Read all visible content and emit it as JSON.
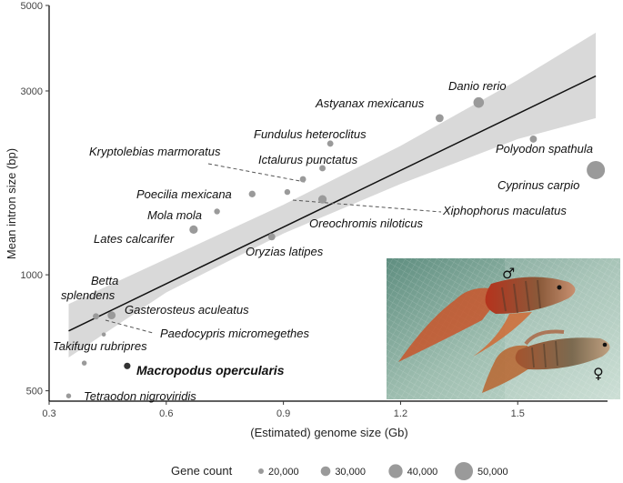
{
  "chart_data": {
    "type": "scatter",
    "xlabel": "(Estimated) genome size (Gb)",
    "ylabel": "Mean intron size (bp)",
    "x_ticks": [
      "0.3",
      "0.6",
      "0.9",
      "1.2",
      "1.5"
    ],
    "y_ticks": [
      "500",
      "1000",
      "3000",
      "5000"
    ],
    "xlim": [
      0.3,
      1.73
    ],
    "ylim": [
      470,
      5000
    ],
    "y_scale": "log",
    "grid": false,
    "point_color": "#9a9a9a",
    "highlight_color": "#333333",
    "band_color": "#d9d9d9",
    "points": [
      {
        "name": "Danio rerio",
        "x": 1.4,
        "y": 2800,
        "genes": 32000
      },
      {
        "name": "Astyanax mexicanus",
        "x": 1.3,
        "y": 2550,
        "genes": 26000
      },
      {
        "name": "Polyodon spathula",
        "x": 1.54,
        "y": 2250,
        "genes": 24000
      },
      {
        "name": "Cyprinus carpio",
        "x": 1.7,
        "y": 1870,
        "genes": 50000
      },
      {
        "name": "Fundulus heteroclitus",
        "x": 1.02,
        "y": 2190,
        "genes": 22000
      },
      {
        "name": "Ictalurus punctatus",
        "x": 1.0,
        "y": 1890,
        "genes": 22000
      },
      {
        "name": "Kryptolebias marmoratus",
        "x": 0.95,
        "y": 1770,
        "genes": 22000
      },
      {
        "name": "Xiphophorus maculatus",
        "x": 0.91,
        "y": 1640,
        "genes": 21000
      },
      {
        "name": "Poecilia mexicana",
        "x": 0.82,
        "y": 1620,
        "genes": 23000
      },
      {
        "name": "Oreochromis niloticus",
        "x": 1.0,
        "y": 1570,
        "genes": 27000
      },
      {
        "name": "Mola mola",
        "x": 0.73,
        "y": 1460,
        "genes": 21000
      },
      {
        "name": "Lates calcarifer",
        "x": 0.67,
        "y": 1310,
        "genes": 27000
      },
      {
        "name": "Oryzias latipes",
        "x": 0.87,
        "y": 1255,
        "genes": 24000
      },
      {
        "name": "Betta splendens",
        "x": 0.42,
        "y": 780,
        "genes": 22000
      },
      {
        "name": "Gasterosteus aculeatus",
        "x": 0.46,
        "y": 785,
        "genes": 26000
      },
      {
        "name": "Paedocypris micromegethes",
        "x": 0.44,
        "y": 700,
        "genes": 17000
      },
      {
        "name": "Takifugu rubripres",
        "x": 0.39,
        "y": 590,
        "genes": 19000
      },
      {
        "name": "Macropodus opercularis",
        "x": 0.5,
        "y": 580,
        "genes": 22000,
        "highlight": true
      },
      {
        "name": "Tetraodon nigroviridis",
        "x": 0.35,
        "y": 485,
        "genes": 19000
      }
    ],
    "trend": {
      "x": [
        0.35,
        1.7
      ],
      "y": [
        715,
        3280
      ]
    },
    "band_upper": [
      [
        0.35,
        840
      ],
      [
        0.6,
        1100
      ],
      [
        0.9,
        1520
      ],
      [
        1.2,
        2160
      ],
      [
        1.5,
        3200
      ],
      [
        1.7,
        4250
      ]
    ],
    "band_lower": [
      [
        0.35,
        610
      ],
      [
        0.6,
        900
      ],
      [
        0.9,
        1280
      ],
      [
        1.2,
        1720
      ],
      [
        1.5,
        2250
      ],
      [
        1.7,
        2550
      ]
    ],
    "legend": {
      "title": "Gene count",
      "placement": "bottom",
      "entries": [
        {
          "label": "20,000",
          "value": 20000
        },
        {
          "label": "30,000",
          "value": 30000
        },
        {
          "label": "40,000",
          "value": 40000
        },
        {
          "label": "50,000",
          "value": 50000
        }
      ]
    },
    "inset": {
      "male_symbol": "♂",
      "female_symbol": "♀"
    }
  }
}
